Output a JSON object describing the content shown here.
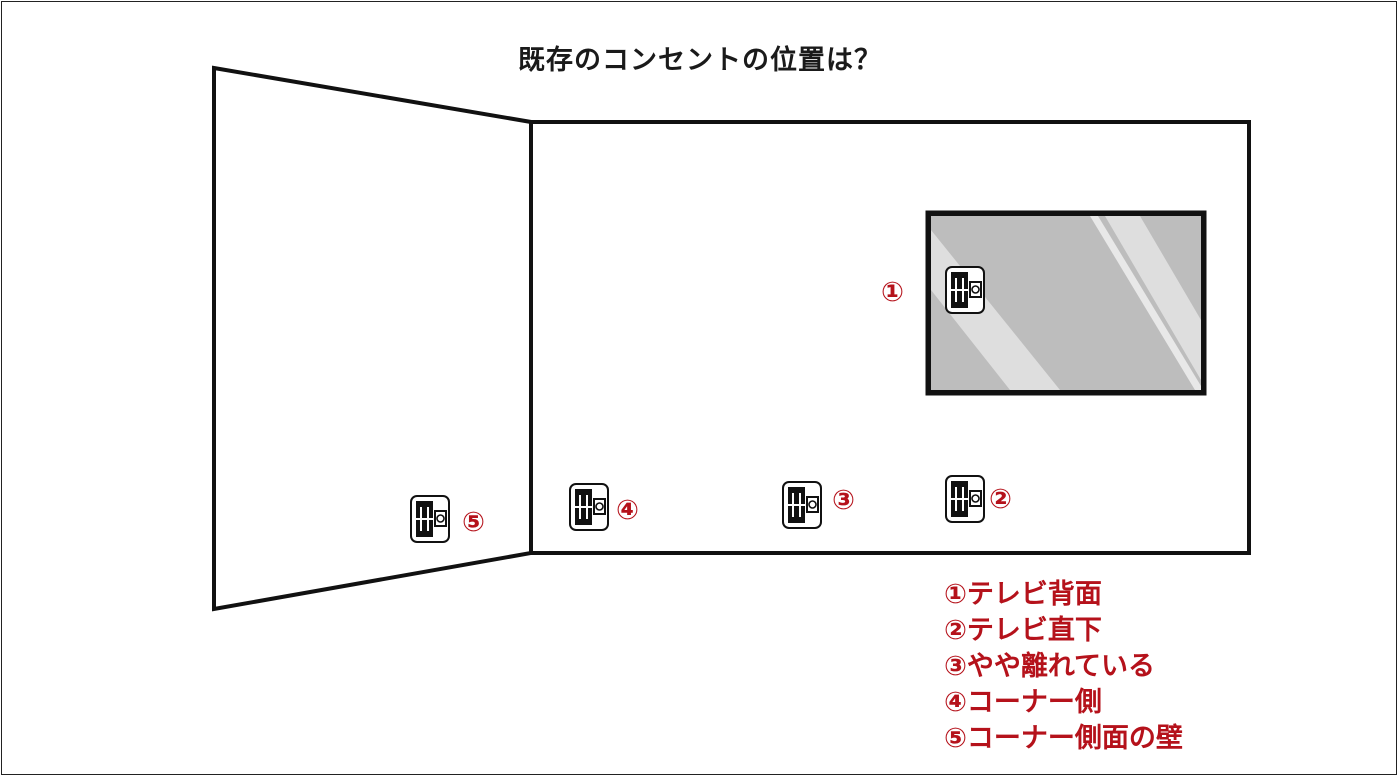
{
  "title": "既存のコンセントの位置は？",
  "markers": [
    {
      "id": "1",
      "label": "①"
    },
    {
      "id": "2",
      "label": "②"
    },
    {
      "id": "3",
      "label": "③"
    },
    {
      "id": "4",
      "label": "④"
    },
    {
      "id": "5",
      "label": "⑤"
    }
  ],
  "legend": [
    "①テレビ背面",
    "②テレビ直下",
    "③やや離れている",
    "④コーナー側",
    "⑤コーナー側面の壁"
  ],
  "colors": {
    "accent": "#b5121b",
    "line": "#111111",
    "tv_screen": "#bdbdbd"
  },
  "icons": [
    "outlet-icon",
    "tv-icon"
  ]
}
